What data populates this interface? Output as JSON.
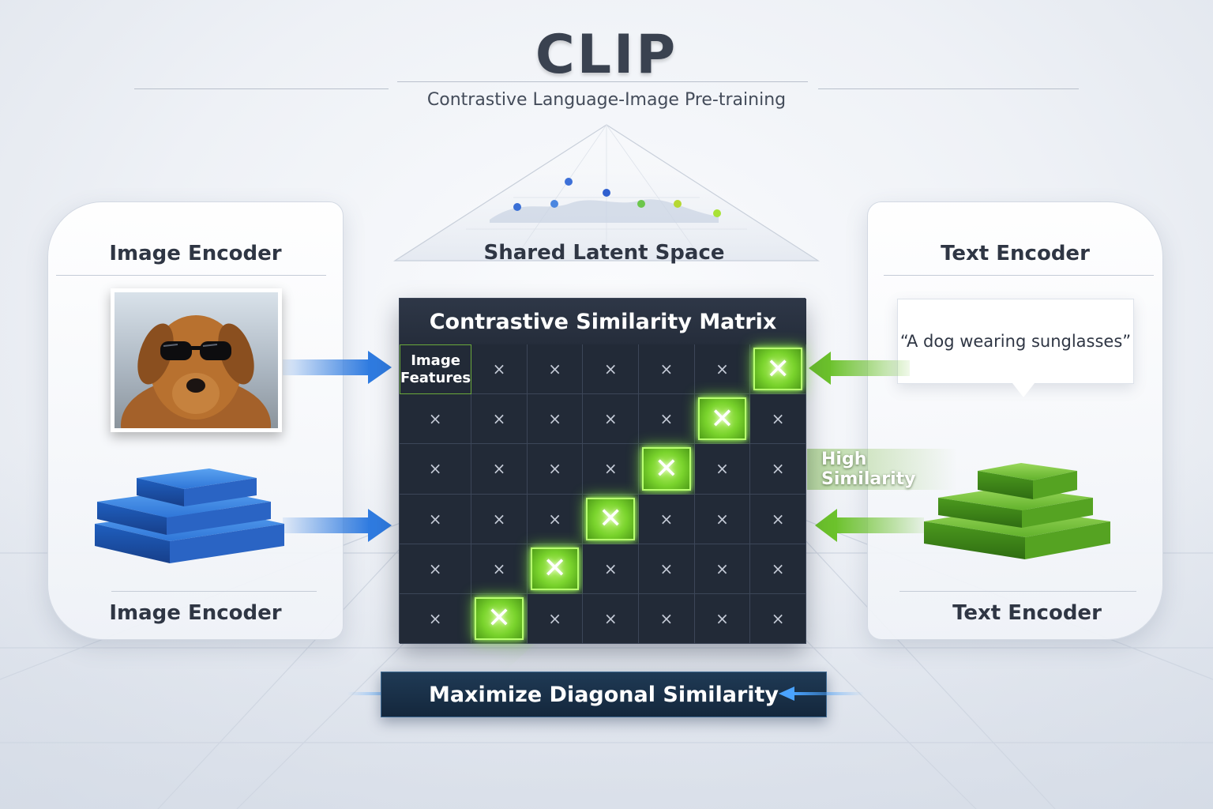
{
  "header": {
    "title": "CLIP",
    "subtitle": "Contrastive Language-Image Pre-training"
  },
  "latent_space": {
    "label": "Shared Latent Space",
    "point_colors": [
      "#3a6fd6",
      "#4a86e0",
      "#3d70d8",
      "#2f5fcf",
      "#6cc64b",
      "#b6d832",
      "#a8e236"
    ]
  },
  "image_panel": {
    "top_label": "Image Encoder",
    "bottom_label": "Image Encoder",
    "photo_subject": "dog wearing sunglasses"
  },
  "text_panel": {
    "top_label": "Text Encoder",
    "bottom_label": "Text Encoder",
    "caption": "“A dog wearing sunglasses”"
  },
  "matrix": {
    "title": "Contrastive Similarity Matrix",
    "feature_label_line1": "Image",
    "feature_label_line2": "Features",
    "cell_mark": "×",
    "high_mark": "✕",
    "rows": 6,
    "cols": 7,
    "highlighted": [
      [
        0,
        6
      ],
      [
        1,
        5
      ],
      [
        2,
        4
      ],
      [
        3,
        3
      ],
      [
        4,
        2
      ],
      [
        5,
        1
      ]
    ]
  },
  "annotations": {
    "high_similarity": "High Similarity",
    "objective": "Maximize Diagonal Similarity"
  },
  "colors": {
    "image_accent": "#2f7be0",
    "text_accent": "#6cc22c",
    "matrix_bg": "#222a37",
    "highlight": "#79d32c"
  }
}
